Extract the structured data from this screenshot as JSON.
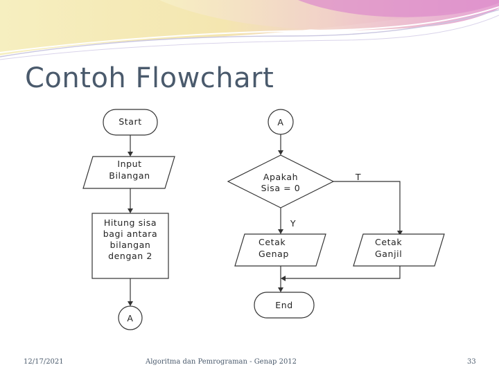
{
  "slide": {
    "title": "Contoh Flowchart"
  },
  "flowchart": {
    "start": "Start",
    "input": [
      "Input",
      "Bilangan"
    ],
    "process": [
      "Hitung sisa",
      "bagi antara",
      "bilangan",
      "dengan 2"
    ],
    "connector_out": "A",
    "connector_in": "A",
    "decision": [
      "Apakah",
      "Sisa = 0"
    ],
    "yes_label": "Y",
    "no_label": "T",
    "output_even": [
      "Cetak",
      "Genap"
    ],
    "output_odd": [
      "Cetak",
      "Ganjil"
    ],
    "end": "End"
  },
  "footer": {
    "date": "12/17/2021",
    "course": "Algoritma dan Pemrograman - Genap 2012",
    "page": "33"
  },
  "colors": {
    "title": "#4a5a6c",
    "banner_pink": "#e9a6d3",
    "banner_yellow": "#f3e9a4"
  }
}
